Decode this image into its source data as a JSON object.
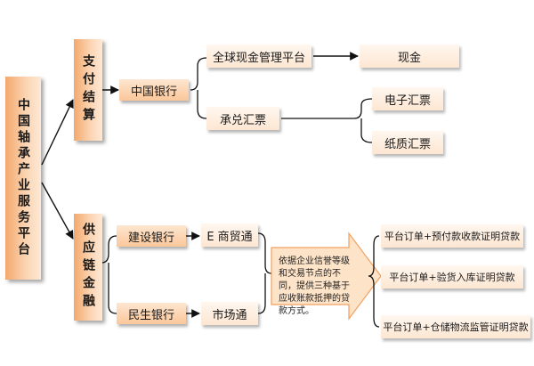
{
  "root": {
    "label": "中国轴承产业服务平台"
  },
  "branches": [
    {
      "label": "支付结算"
    },
    {
      "label": "供应链金融"
    }
  ],
  "banks": {
    "boc": "中国银行",
    "ccb": "建设银行",
    "cmbc": "民生银行"
  },
  "payment": {
    "global_cash": "全球现金管理平台",
    "cash": "现金",
    "acceptance": "承兑汇票",
    "e_bill": "电子汇票",
    "paper_bill": "纸质汇票"
  },
  "scf": {
    "e_trade": "E 商贸通",
    "market": "市场通",
    "description": "依据企业信誉等级和交易节点的不同，提供三种基于应收账款抵押的贷款方式。",
    "loans": [
      "平台订单+预付款收款证明贷款",
      "平台订单+验货入库证明贷款",
      "平台订单+仓储物流监管证明贷款"
    ]
  },
  "colors": {
    "accent_orange": "#f3a86c",
    "arrow_fill": "#fde3c8",
    "arrow_stroke": "#f1a060",
    "line": "#111111"
  }
}
